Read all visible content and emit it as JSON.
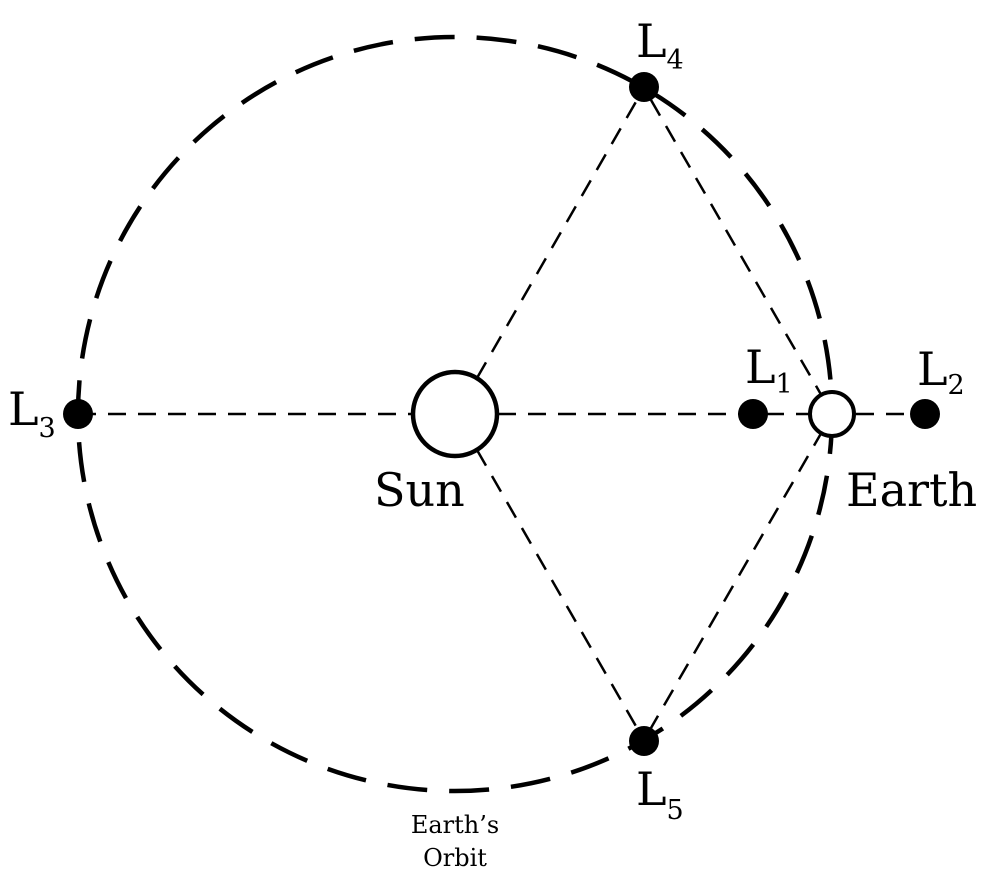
{
  "diagram": {
    "colors": {
      "stroke": "#000000",
      "fill": "#000000",
      "background": "#ffffff"
    },
    "sun": {
      "label": "Sun"
    },
    "earth": {
      "label": "Earth"
    },
    "orbit": {
      "label_line1": "Earth’s",
      "label_line2": "Orbit"
    },
    "points": {
      "L1": {
        "letter": "L",
        "sub": "1"
      },
      "L2": {
        "letter": "L",
        "sub": "2"
      },
      "L3": {
        "letter": "L",
        "sub": "3"
      },
      "L4": {
        "letter": "L",
        "sub": "4"
      },
      "L5": {
        "letter": "L",
        "sub": "5"
      }
    }
  }
}
